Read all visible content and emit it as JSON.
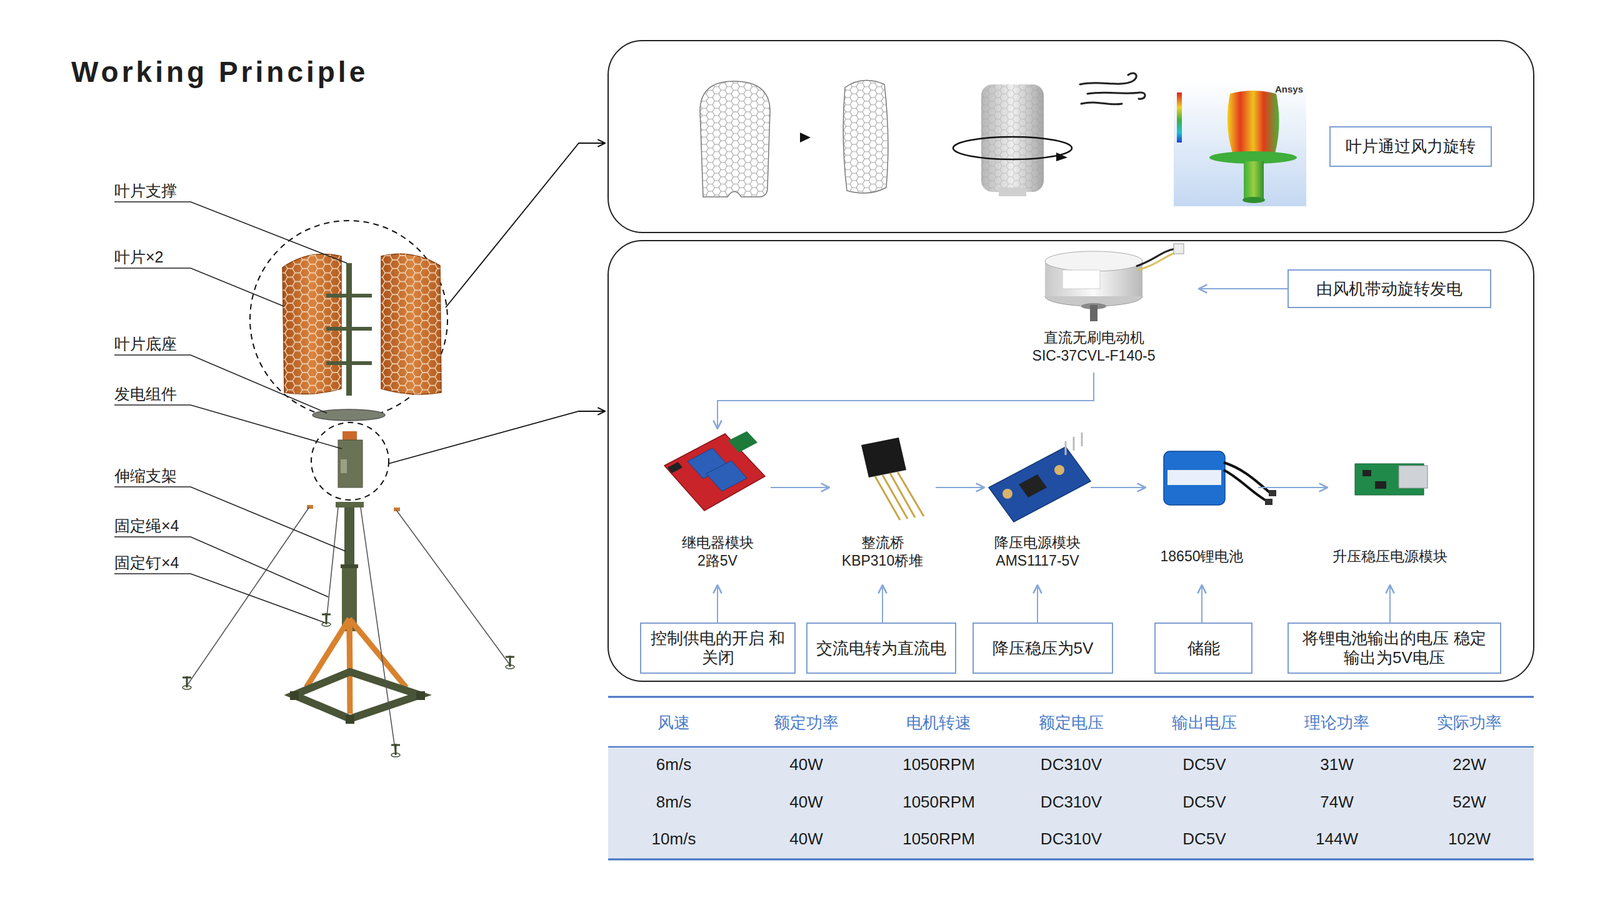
{
  "diagram": {
    "title": "Working Principle",
    "nodes": [
      {
        "text": [
          "叶片通过风力旋转"
        ]
      },
      {
        "text": [
          "由风机带动旋转发电"
        ]
      },
      {
        "text": [
          "直流无刷电动机",
          "SIC-37CVL-F140-5"
        ]
      },
      {
        "text": [
          "继电器模块",
          "2路5V"
        ]
      },
      {
        "text": [
          "整流桥",
          "KBP310桥堆"
        ]
      },
      {
        "text": [
          "降压电源模块",
          "AMS1117-5V"
        ]
      },
      {
        "text": [
          "18650锂电池"
        ]
      },
      {
        "text": [
          "升压稳压电源模块"
        ]
      },
      {
        "text": [
          "控制供电的开启 和关闭"
        ]
      },
      {
        "text": [
          "交流电转为直流电"
        ]
      },
      {
        "text": [
          "降压稳压为5V"
        ]
      },
      {
        "text": [
          "储能"
        ]
      },
      {
        "text": [
          "将锂电池输出的电压 稳定输出为5V电压"
        ]
      }
    ],
    "edges": [
      {
        "from": 1,
        "to": 2,
        "arrow": "to"
      },
      {
        "from": 2,
        "to": 3,
        "arrow": "to"
      },
      {
        "from": 3,
        "to": 4,
        "arrow": "to"
      },
      {
        "from": 4,
        "to": 5,
        "arrow": "to"
      },
      {
        "from": 5,
        "to": 6,
        "arrow": "to"
      },
      {
        "from": 6,
        "to": 7,
        "arrow": "to"
      },
      {
        "from": 8,
        "to": 3,
        "arrow": "to"
      },
      {
        "from": 9,
        "to": 4,
        "arrow": "to"
      },
      {
        "from": 10,
        "to": 5,
        "arrow": "to"
      },
      {
        "from": 11,
        "to": 6,
        "arrow": "to"
      },
      {
        "from": 12,
        "to": 7,
        "arrow": "to"
      }
    ],
    "labels": [
      "叶片支撑",
      "叶片×2",
      "叶片底座",
      "发电组件",
      "伸缩支架",
      "固定绳×4",
      "固定钉×4",
      "Ansys",
      "风速",
      "额定功率",
      "电机转速",
      "额定电压",
      "输出电压",
      "理论功率",
      "实际功率",
      "6m/s",
      "40W",
      "1050RPM",
      "DC310V",
      "DC5V",
      "31W",
      "22W",
      "8m/s",
      "40W",
      "1050RPM",
      "DC310V",
      "DC5V",
      "74W",
      "52W",
      "10m/s",
      "40W",
      "1050RPM",
      "DC310V",
      "DC5V",
      "144W",
      "102W"
    ]
  }
}
